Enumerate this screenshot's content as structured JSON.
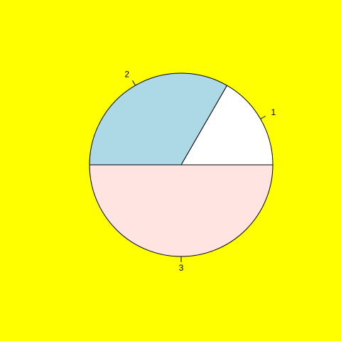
{
  "chart_data": {
    "type": "pie",
    "labels": [
      "1",
      "2",
      "3"
    ],
    "values": [
      1,
      2,
      3
    ],
    "colors": [
      "#ffffff",
      "#add8e6",
      "#ffe4e1"
    ],
    "start_angle_deg": 0,
    "direction": "counterclockwise",
    "background": "#ffff00"
  }
}
